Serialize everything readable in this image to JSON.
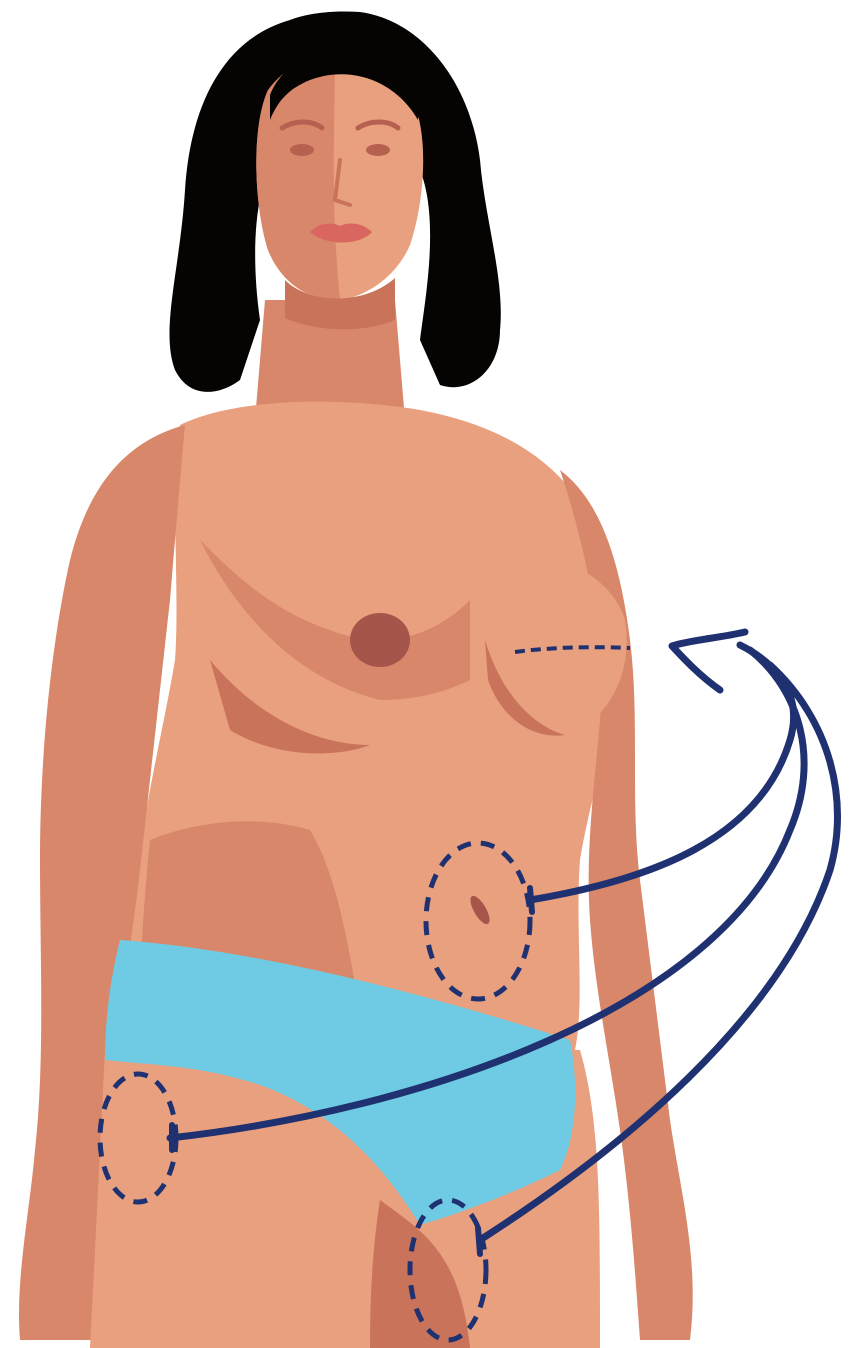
{
  "illustration": {
    "colors": {
      "background": "#ffffff",
      "skin_light": "#e9a07f",
      "skin_mid": "#d9876a",
      "skin_shadow": "#c9735a",
      "skin_deep": "#b66150",
      "hair": "#050403",
      "lips": "#d9675f",
      "nipple": "#a5554a",
      "underwear": "#6fcbe3",
      "marking_line": "#1f3170"
    },
    "marked_regions": [
      {
        "name": "abdomen-donor-site"
      },
      {
        "name": "right-thigh-donor-site"
      },
      {
        "name": "inner-thigh-donor-site"
      }
    ],
    "target": {
      "name": "breast-reconstruction-site"
    },
    "arrows": [
      {
        "from": "abdomen-donor-site",
        "to": "breast-reconstruction-site"
      },
      {
        "from": "right-thigh-donor-site",
        "to": "breast-reconstruction-site"
      },
      {
        "from": "inner-thigh-donor-site",
        "to": "breast-reconstruction-site"
      }
    ]
  }
}
